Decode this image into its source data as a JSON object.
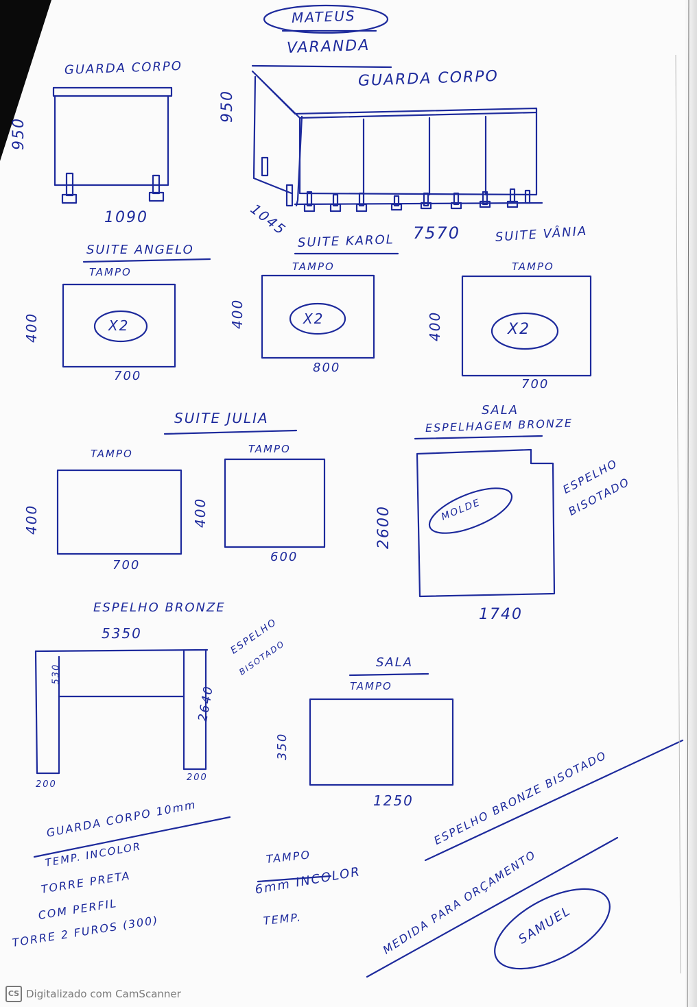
{
  "header": {
    "client": "MATEUS",
    "site": "VARANDA"
  },
  "guarda_small": {
    "title": "GUARDA CORPO",
    "height": "950",
    "width": "1090"
  },
  "guarda_corner": {
    "title": "GUARDA CORPO",
    "height": "950",
    "depth": "1045",
    "length": "7570"
  },
  "suite_angelo": {
    "title": "SUITE ANGELO",
    "label": "TAMPO",
    "qty": "X2",
    "height": "400",
    "width": "700"
  },
  "suite_karol": {
    "title": "SUITE KAROL",
    "label": "TAMPO",
    "qty": "X2",
    "height": "400",
    "width": "800"
  },
  "suite_vania": {
    "title": "SUITE VÂNIA",
    "label": "TAMPO",
    "qty": "X2",
    "height": "400",
    "width": "700"
  },
  "suite_julia": {
    "title": "SUITE JULIA",
    "left": {
      "label": "TAMPO",
      "height": "400",
      "width": "700"
    },
    "right": {
      "label": "TAMPO",
      "height": "400",
      "width": "600"
    }
  },
  "sala_espelhagem": {
    "title": "SALA",
    "subtitle": "ESPELHAGEM BRONZE",
    "mold": "MOLDE",
    "height": "2600",
    "width": "1740",
    "note_line1": "ESPELHO",
    "note_line2": "BISOTADO"
  },
  "espelho_bronze": {
    "title": "ESPELHO BRONZE",
    "width": "5350",
    "top_height": "530",
    "height": "2640",
    "note_line1": "ESPELHO",
    "note_line2": "BISOTADO",
    "left_col": "200",
    "right_col": "200"
  },
  "sala_tampo": {
    "title": "SALA",
    "label": "TAMPO",
    "height": "350",
    "width": "1250"
  },
  "notes_left": {
    "line1": "GUARDA CORPO 10mm",
    "line2": "TEMP. INCOLOR",
    "line3": "TORRE PRETA",
    "line4": "COM PERFIL",
    "line5": "TORRE 2 FUROS (300)"
  },
  "notes_mid": {
    "line1": "TAMPO",
    "line2": "6mm INCOLOR",
    "line3": "TEMP."
  },
  "notes_right": {
    "line1": "ESPELHO BRONZE BISOTADO",
    "line2": "MEDIDA PARA ORÇAMENTO",
    "signature": "SAMUEL"
  },
  "watermark": {
    "logo": "CS",
    "text": "Digitalizado com CamScanner"
  },
  "colors": {
    "ink": "#1d2a9c",
    "pencil": "#555555",
    "paper": "#fbfbfb"
  }
}
